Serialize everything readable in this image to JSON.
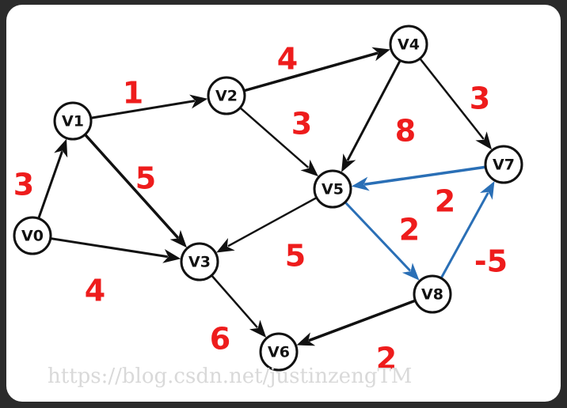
{
  "colors": {
    "page_bg": "#2b2b2b",
    "card_bg": "#ffffff",
    "edge_default": "#111111",
    "edge_highlight": "#2a6fb6",
    "weight_text": "#ee1c1c",
    "node_stroke": "#111111",
    "node_fill": "#ffffff"
  },
  "nodes": [
    {
      "id": "v0",
      "label": "V0"
    },
    {
      "id": "v1",
      "label": "V1"
    },
    {
      "id": "v2",
      "label": "V2"
    },
    {
      "id": "v3",
      "label": "V3"
    },
    {
      "id": "v4",
      "label": "V4"
    },
    {
      "id": "v5",
      "label": "V5"
    },
    {
      "id": "v6",
      "label": "V6"
    },
    {
      "id": "v7",
      "label": "V7"
    },
    {
      "id": "v8",
      "label": "V8"
    }
  ],
  "edges": [
    {
      "from": "v0",
      "to": "v1",
      "weight": "3",
      "highlight": false
    },
    {
      "from": "v0",
      "to": "v3",
      "weight": "4",
      "highlight": false
    },
    {
      "from": "v1",
      "to": "v2",
      "weight": "1",
      "highlight": false
    },
    {
      "from": "v1",
      "to": "v3",
      "weight": "5",
      "highlight": false
    },
    {
      "from": "v2",
      "to": "v4",
      "weight": "4",
      "highlight": false
    },
    {
      "from": "v2",
      "to": "v5",
      "weight": "3",
      "highlight": false
    },
    {
      "from": "v4",
      "to": "v5",
      "weight": "8",
      "highlight": false
    },
    {
      "from": "v4",
      "to": "v7",
      "weight": "3",
      "highlight": false
    },
    {
      "from": "v5",
      "to": "v3",
      "weight": "5",
      "highlight": false
    },
    {
      "from": "v3",
      "to": "v6",
      "weight": "6",
      "highlight": false
    },
    {
      "from": "v8",
      "to": "v6",
      "weight": "2",
      "highlight": false
    },
    {
      "from": "v7",
      "to": "v5",
      "weight": "2",
      "highlight": true
    },
    {
      "from": "v5",
      "to": "v8",
      "weight": "2",
      "highlight": true
    },
    {
      "from": "v8",
      "to": "v7",
      "weight": "-5",
      "highlight": true
    }
  ],
  "watermark": "https://blog.csdn.net/justinzengTM"
}
